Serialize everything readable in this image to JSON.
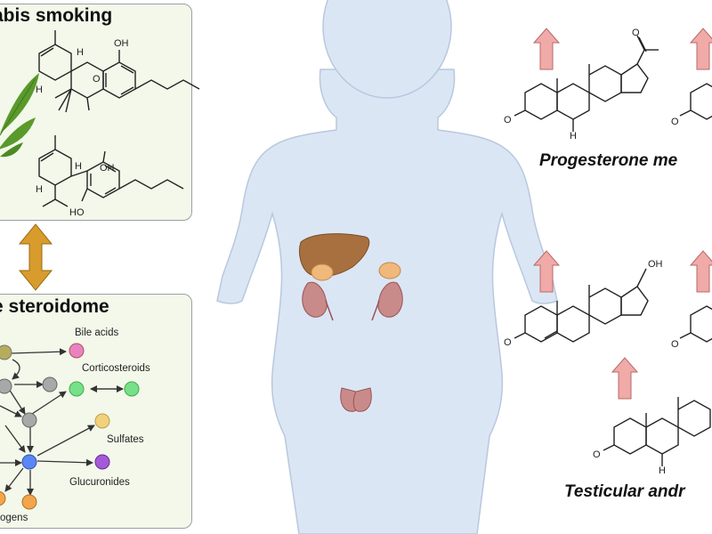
{
  "panels": {
    "cannabis": {
      "title": "abis smoking"
    },
    "steroidome": {
      "title": "e steroidome"
    }
  },
  "labels": {
    "bile_acids": "Bile acids",
    "corticosteroids": "Corticosteroids",
    "sulfates": "Sulfates",
    "glucuronides": "Glucuronides",
    "estrogens": "ogens"
  },
  "captions": {
    "progesterone": "Progesterone me",
    "testicular": "Testicular andr"
  },
  "atoms": {
    "oh": "OH",
    "h": "H",
    "o": "O",
    "ho": "HO"
  },
  "colors": {
    "panel_bg": "#f3f8ea",
    "arrow_up": "#f0aaa8",
    "double_arrow": "#d79c2c",
    "node_olive": "#b5ad5a",
    "node_gray": "#a8a8a8",
    "node_pink": "#ea82c2",
    "node_green": "#76e08a",
    "node_yellow": "#f1d17a",
    "node_blue": "#5b86f5",
    "node_purple": "#a45ad8",
    "node_orange": "#f2a54b",
    "leaf": "#5a9a2c",
    "body": "#dbe6f5",
    "liver": "#a8703e",
    "kidney": "#c98a8a",
    "adrenal": "#f0b87a",
    "prostate": "#c98a8a"
  }
}
